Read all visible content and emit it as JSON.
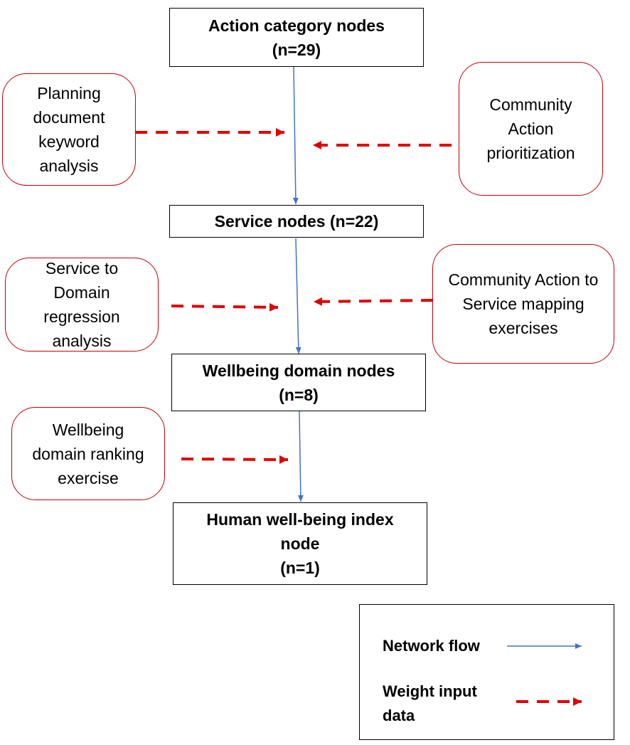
{
  "nodes": {
    "action": {
      "lines": [
        "Action category nodes",
        "(n=29)"
      ]
    },
    "service": {
      "lines": [
        "Service nodes (n=22)"
      ]
    },
    "wellbeing": {
      "lines": [
        "Wellbeing domain nodes",
        "(n=8)"
      ]
    },
    "index": {
      "lines": [
        "Human well-being index",
        "node",
        "(n=1)"
      ]
    }
  },
  "weight_inputs": {
    "planning": {
      "lines": [
        "Planning",
        "document",
        "keyword",
        "analysis"
      ]
    },
    "community_prioritization": {
      "lines": [
        "Community",
        "Action",
        "prioritization"
      ]
    },
    "regression": {
      "lines": [
        "Service to",
        "Domain",
        "regression",
        "analysis"
      ]
    },
    "mapping": {
      "lines": [
        "Community Action to",
        "Service mapping",
        "exercises"
      ]
    },
    "ranking": {
      "lines": [
        "Wellbeing",
        "domain ranking",
        "exercise"
      ]
    }
  },
  "legend": {
    "network_flow": {
      "lines": [
        "Network flow"
      ]
    },
    "weight_input": {
      "lines": [
        "Weight input",
        "data"
      ]
    }
  },
  "colors": {
    "network_flow": "#4472c4",
    "weight_input": "#e00000",
    "weight_box_border": "#c0000a"
  }
}
